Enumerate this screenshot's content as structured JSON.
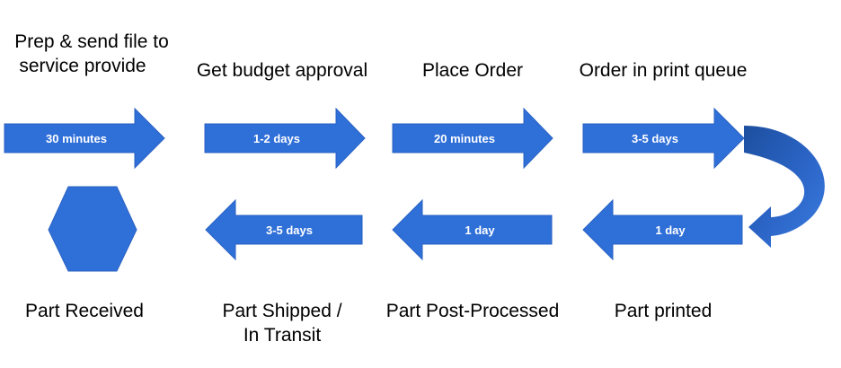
{
  "steps": {
    "prep": {
      "line1": "Prep & send file to",
      "line2": "service provide"
    },
    "budget": {
      "label": "Get budget approval"
    },
    "order": {
      "label": "Place Order"
    },
    "queue": {
      "label": "Order in print queue"
    },
    "received": {
      "label": "Part Received"
    },
    "shipped": {
      "line1": "Part Shipped /",
      "line2": "In Transit"
    },
    "postprocessed": {
      "label": "Part Post-Processed"
    },
    "printed": {
      "label": "Part printed"
    }
  },
  "durations": {
    "prep": "30 minutes",
    "budget": "1-2 days",
    "order": "20 minutes",
    "queue": "3-5 days",
    "printed": "1 day",
    "postprocessed": "1 day",
    "shipped": "3-5 days"
  },
  "colors": {
    "arrow_fill": "#2F6FD8",
    "arrow_stroke": "#2A62C2",
    "curve_dark": "#1C4F9E",
    "curve_light": "#3A7CE0"
  }
}
